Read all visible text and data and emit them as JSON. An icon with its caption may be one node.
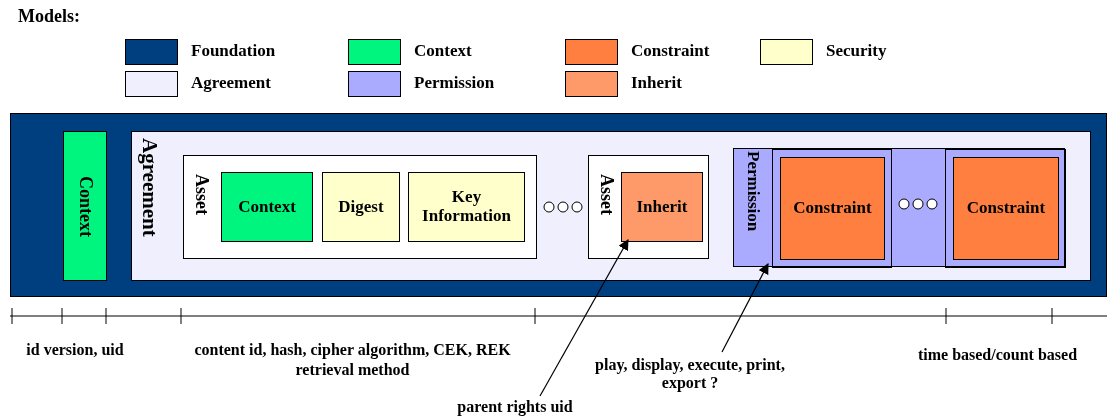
{
  "diagram": {
    "nodes": [
      {
        "text": [],
        "shape": "box"
      },
      {
        "text": [
          "Context"
        ],
        "in": 0
      },
      {
        "text": [
          "Agreement"
        ],
        "in": 0
      },
      {
        "text": [
          "Asset"
        ],
        "in": 2
      },
      {
        "text": [
          "Context"
        ],
        "in": 3
      },
      {
        "text": [
          "Digest"
        ],
        "in": 3
      },
      {
        "text": [
          "Key Information"
        ],
        "in": 3
      },
      {
        "text": [
          "Asset"
        ],
        "in": 2
      },
      {
        "text": [
          "Inherit"
        ],
        "in": 7
      },
      {
        "text": [
          "Permission"
        ],
        "in": 2
      },
      {
        "text": [
          "Constraint"
        ],
        "in": 9
      },
      {
        "text": [
          "Constraint"
        ],
        "in": 9
      },
      {
        "text": [
          "parent rights uid"
        ]
      },
      {
        "text": [
          "play, display, execute, print, export ?"
        ]
      }
    ],
    "edges": [
      {
        "from": 12,
        "to": 8,
        "arrow": "to"
      },
      {
        "from": 13,
        "to": 9,
        "arrow": "to"
      }
    ],
    "labels": [
      "Models:",
      "id version, uid",
      "content id, hash, cipher algorithm, CEK, REK retrieval method",
      "time based/count based"
    ],
    "legend": [
      {
        "text": "Foundation",
        "color": "#003f7f"
      },
      {
        "text": "Context",
        "color": "#00f57f"
      },
      {
        "text": "Constraint",
        "color": "#fe7f3f"
      },
      {
        "text": "Security",
        "color": "#ffffcc"
      },
      {
        "text": "Agreement",
        "color": "#efeffd"
      },
      {
        "text": "Permission",
        "color": "#aaaafe"
      },
      {
        "text": "Inherit",
        "color": "#fe9a6a"
      }
    ]
  }
}
